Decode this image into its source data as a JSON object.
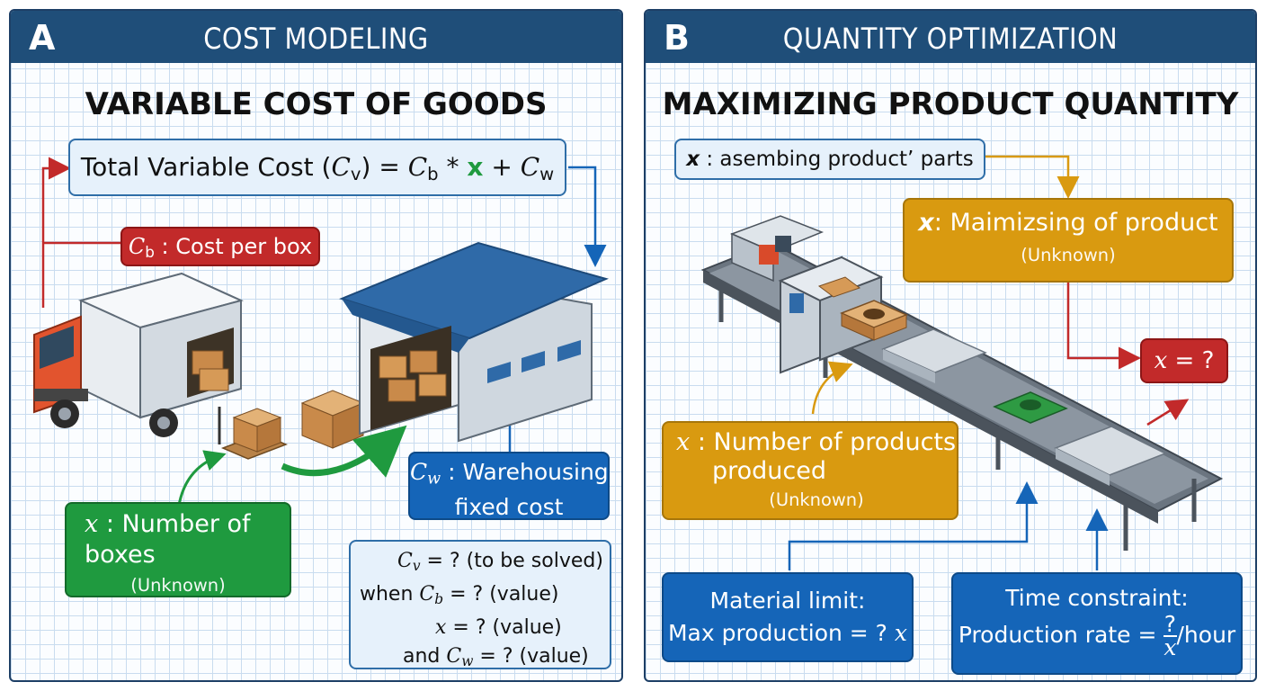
{
  "panel_a": {
    "letter": "A",
    "title": "COST MODELING",
    "subtitle": "VARIABLE COST OF GOODS",
    "formula": {
      "prefix": "Total Variable Cost (",
      "cv": "C",
      "cv_sub": "v",
      "eq": ") = ",
      "cb": "C",
      "cb_sub": "b",
      "times": " * ",
      "x": "x",
      "plus": " + ",
      "cw": "C",
      "cw_sub": "w"
    },
    "cost_per_box": {
      "sym": "C",
      "sym_sub": "b",
      "label": " : Cost per box"
    },
    "warehousing": {
      "sym": "C",
      "sym_sub": "w",
      "line1": " : Warehousing",
      "line2": "fixed cost"
    },
    "boxes": {
      "sym": "x",
      "line1": " : Number of",
      "line2": "boxes",
      "note": "(Unknown)"
    },
    "solve": {
      "l1_sym": "C",
      "l1_sub": "v",
      "l1_text": " = ? (to be solved)",
      "l2_pre": "when ",
      "l2_sym": "C",
      "l2_sub": "b",
      "l2_text": " =  ?  (value)",
      "l3_sym": "x",
      "l3_text": "  =  ?  (value)",
      "l4_pre": "and ",
      "l4_sym": "C",
      "l4_sub": "w",
      "l4_text": " = ? (value)"
    }
  },
  "panel_b": {
    "letter": "B",
    "title": "QUANTITY OPTIMIZATION",
    "subtitle": "MAXIMIZING PRODUCT QUANTITY",
    "assembling": {
      "sym": "x",
      "label": " : asembing product’ parts"
    },
    "maximizing": {
      "sym": "x",
      "label": ": Maimizsing of product",
      "note": "(Unknown)"
    },
    "answer": {
      "sym": "x",
      "label": " = ?"
    },
    "produced": {
      "sym": "x",
      "line1": " : Number of products",
      "line2": "produced",
      "note": "(Unknown)"
    },
    "material": {
      "line1": "Material limit:",
      "line2": "Max production = ? ",
      "sym": "x"
    },
    "time": {
      "line1": "Time constraint:",
      "line2": "Production rate = ",
      "frac_num": "?",
      "frac_den": "x",
      "unit": "/hour"
    }
  },
  "colors": {
    "header": "#1f4e79",
    "red": "#c22a2a",
    "green": "#1f9a3f",
    "blue": "#1565b8",
    "gold": "#d99a10"
  }
}
